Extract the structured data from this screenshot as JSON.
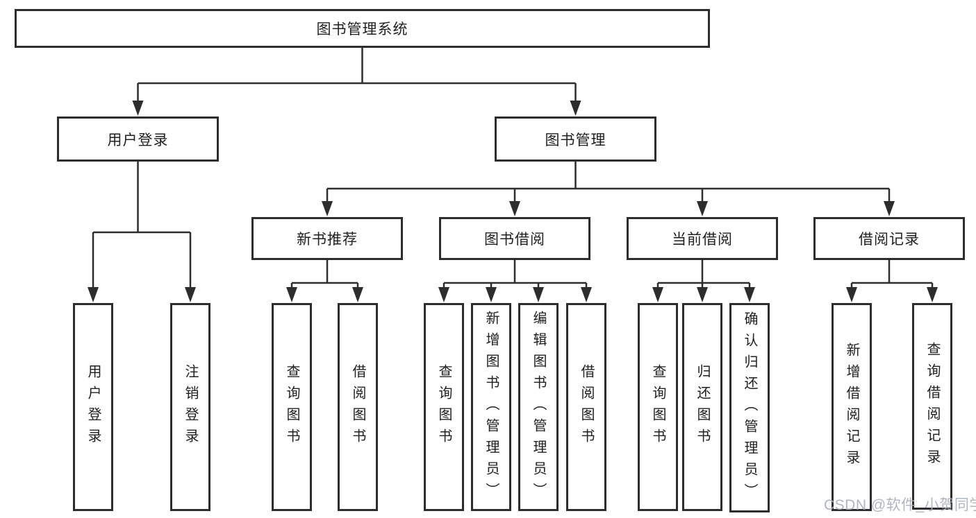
{
  "diagram": {
    "root": {
      "label": "图书管理系统"
    },
    "branches": [
      {
        "label": "用户登录",
        "children": [
          {
            "label": "用户登录"
          },
          {
            "label": "注销登录"
          }
        ]
      },
      {
        "label": "图书管理",
        "children": [
          {
            "label": "新书推荐",
            "children": [
              {
                "label": "查询图书"
              },
              {
                "label": "借阅图书"
              }
            ]
          },
          {
            "label": "图书借阅",
            "children": [
              {
                "label": "查询图书"
              },
              {
                "label": "新增图书（管理员）"
              },
              {
                "label": "编辑图书（管理员）"
              },
              {
                "label": "借阅图书"
              }
            ]
          },
          {
            "label": "当前借阅",
            "children": [
              {
                "label": "查询图书"
              },
              {
                "label": "归还图书"
              },
              {
                "label": "确认归还（管理员）"
              }
            ]
          },
          {
            "label": "借阅记录",
            "children": [
              {
                "label": "新增借阅记录"
              },
              {
                "label": "查询借阅记录"
              }
            ]
          }
        ]
      }
    ]
  },
  "watermark": {
    "text": "CSDN @软件_小贺同学",
    "color": "#a9b0ba"
  },
  "colors": {
    "line": "#2d2d2d",
    "box_border": "#2d2d2d",
    "text": "#202020",
    "background": "#ffffff"
  }
}
